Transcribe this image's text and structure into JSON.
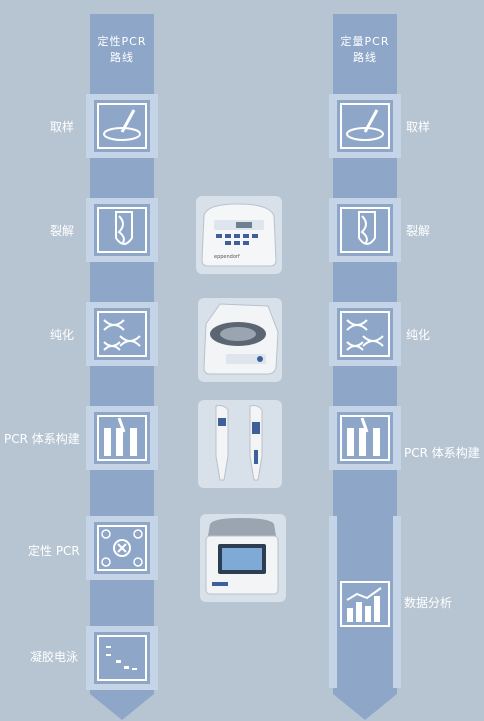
{
  "left_route": {
    "title_line1": "定性PCR",
    "title_line2": "路线",
    "steps": [
      "取样",
      "裂解",
      "纯化",
      "PCR 体系构建",
      "定性 PCR",
      "凝胶电泳"
    ]
  },
  "right_route": {
    "title_line1": "定量PCR",
    "title_line2": "路线",
    "steps": [
      "取样",
      "裂解",
      "纯化",
      "PCR 体系构建",
      "数据分析"
    ]
  },
  "devices": {
    "thermocycler_brand": "eppendorf",
    "icons": [
      "thermal-cycler",
      "centrifuge",
      "pipettes",
      "real-time-pcr-instrument"
    ]
  },
  "colors": {
    "background": "#b7c5d3",
    "column": "#8ea7c9",
    "frame": "#c5d4e6",
    "text": "#ffffff"
  }
}
